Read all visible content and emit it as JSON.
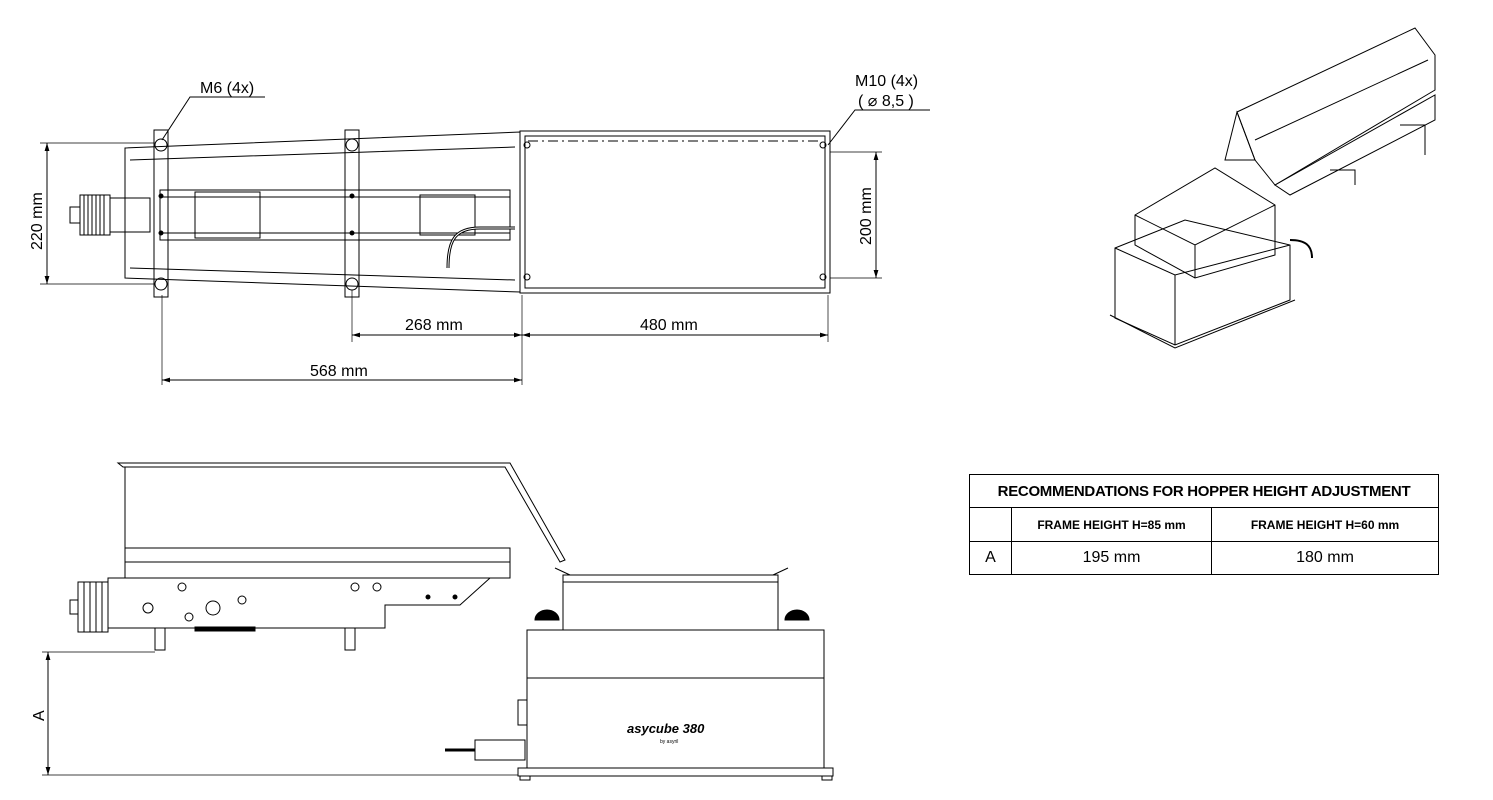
{
  "top_view": {
    "label_m6": "M6 (4x)",
    "label_m10": "M10 (4x)",
    "label_m10_dia": "( ⌀ 8,5 )",
    "dim_220": "220 mm",
    "dim_200": "200 mm",
    "dim_268": "268 mm",
    "dim_480": "480 mm",
    "dim_568": "568 mm"
  },
  "side_view": {
    "dim_a": "A",
    "logo_text": "asycube 380",
    "logo_sub": "by asyril"
  },
  "table": {
    "title": "RECOMMENDATIONS FOR HOPPER HEIGHT ADJUSTMENT",
    "headers": [
      "",
      "FRAME HEIGHT H=85 mm",
      "FRAME HEIGHT H=60 mm"
    ],
    "rows": [
      {
        "label": "A",
        "values": [
          "195 mm",
          "180 mm"
        ]
      }
    ]
  }
}
